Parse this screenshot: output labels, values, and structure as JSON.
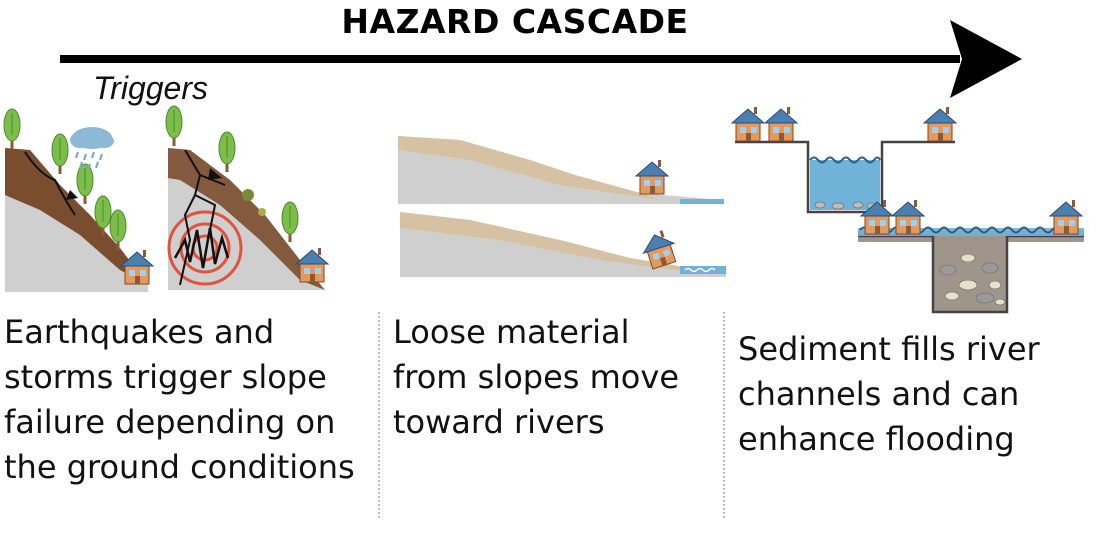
{
  "title": "HAZARD CASCADE",
  "triggers_label": "Triggers",
  "panels": [
    {
      "caption": "Earthquakes and storms trigger slope failure depending on the ground conditions"
    },
    {
      "caption": "Loose material from slopes move toward rivers"
    },
    {
      "caption": "Sediment fills river channels and can enhance flooding"
    }
  ],
  "colors": {
    "arrow": "#000000",
    "soil": "#7a4d2e",
    "rock": "#cfcfcf",
    "sand": "#d6c2a2",
    "water": "#6fb3d8",
    "foliage": "#7bbf4a",
    "quake": "#e0533d",
    "house_roof": "#4a7fb0",
    "house_wall": "#e59a5c"
  }
}
